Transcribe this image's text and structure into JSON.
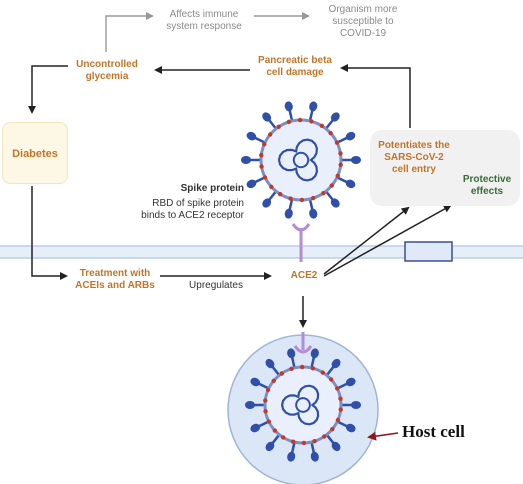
{
  "labels": {
    "affects_immune": "Affects immune\nsystem response",
    "organism_more": "Organism more\nsusceptible to\nCOVID-19",
    "uncontrolled": "Uncontrolled\nglycemia",
    "pancreatic": "Pancreatic beta\ncell damage",
    "diabetes": "Diabetes",
    "potentiates": "Potentiates the\nSARS-CoV-2\ncell entry",
    "protective": "Protective\neffects",
    "spike_title": "Spike protein",
    "spike_desc": "RBD of spike protein\nbinds to ACE2 receptor",
    "treatment": "Treatment with\nACEIs and ARBs",
    "upregulates": "Upregulates",
    "ace2": "ACE2",
    "host_cell": "Host cell"
  },
  "colors": {
    "accent_orange": "#c0762a",
    "grey_text": "#8a8a8a",
    "virus_blue": "#2f4fa8",
    "virus_shell": "#7b8fc7",
    "spike_red": "#c0392b",
    "receptor_purple": "#b58ad6",
    "membrane": "#cfe0f2",
    "cell_fill": "#dbe6f7",
    "arrow_red": "#8b1a1a"
  },
  "icons": [
    "virus-icon",
    "receptor-icon",
    "membrane-protein-icon"
  ]
}
